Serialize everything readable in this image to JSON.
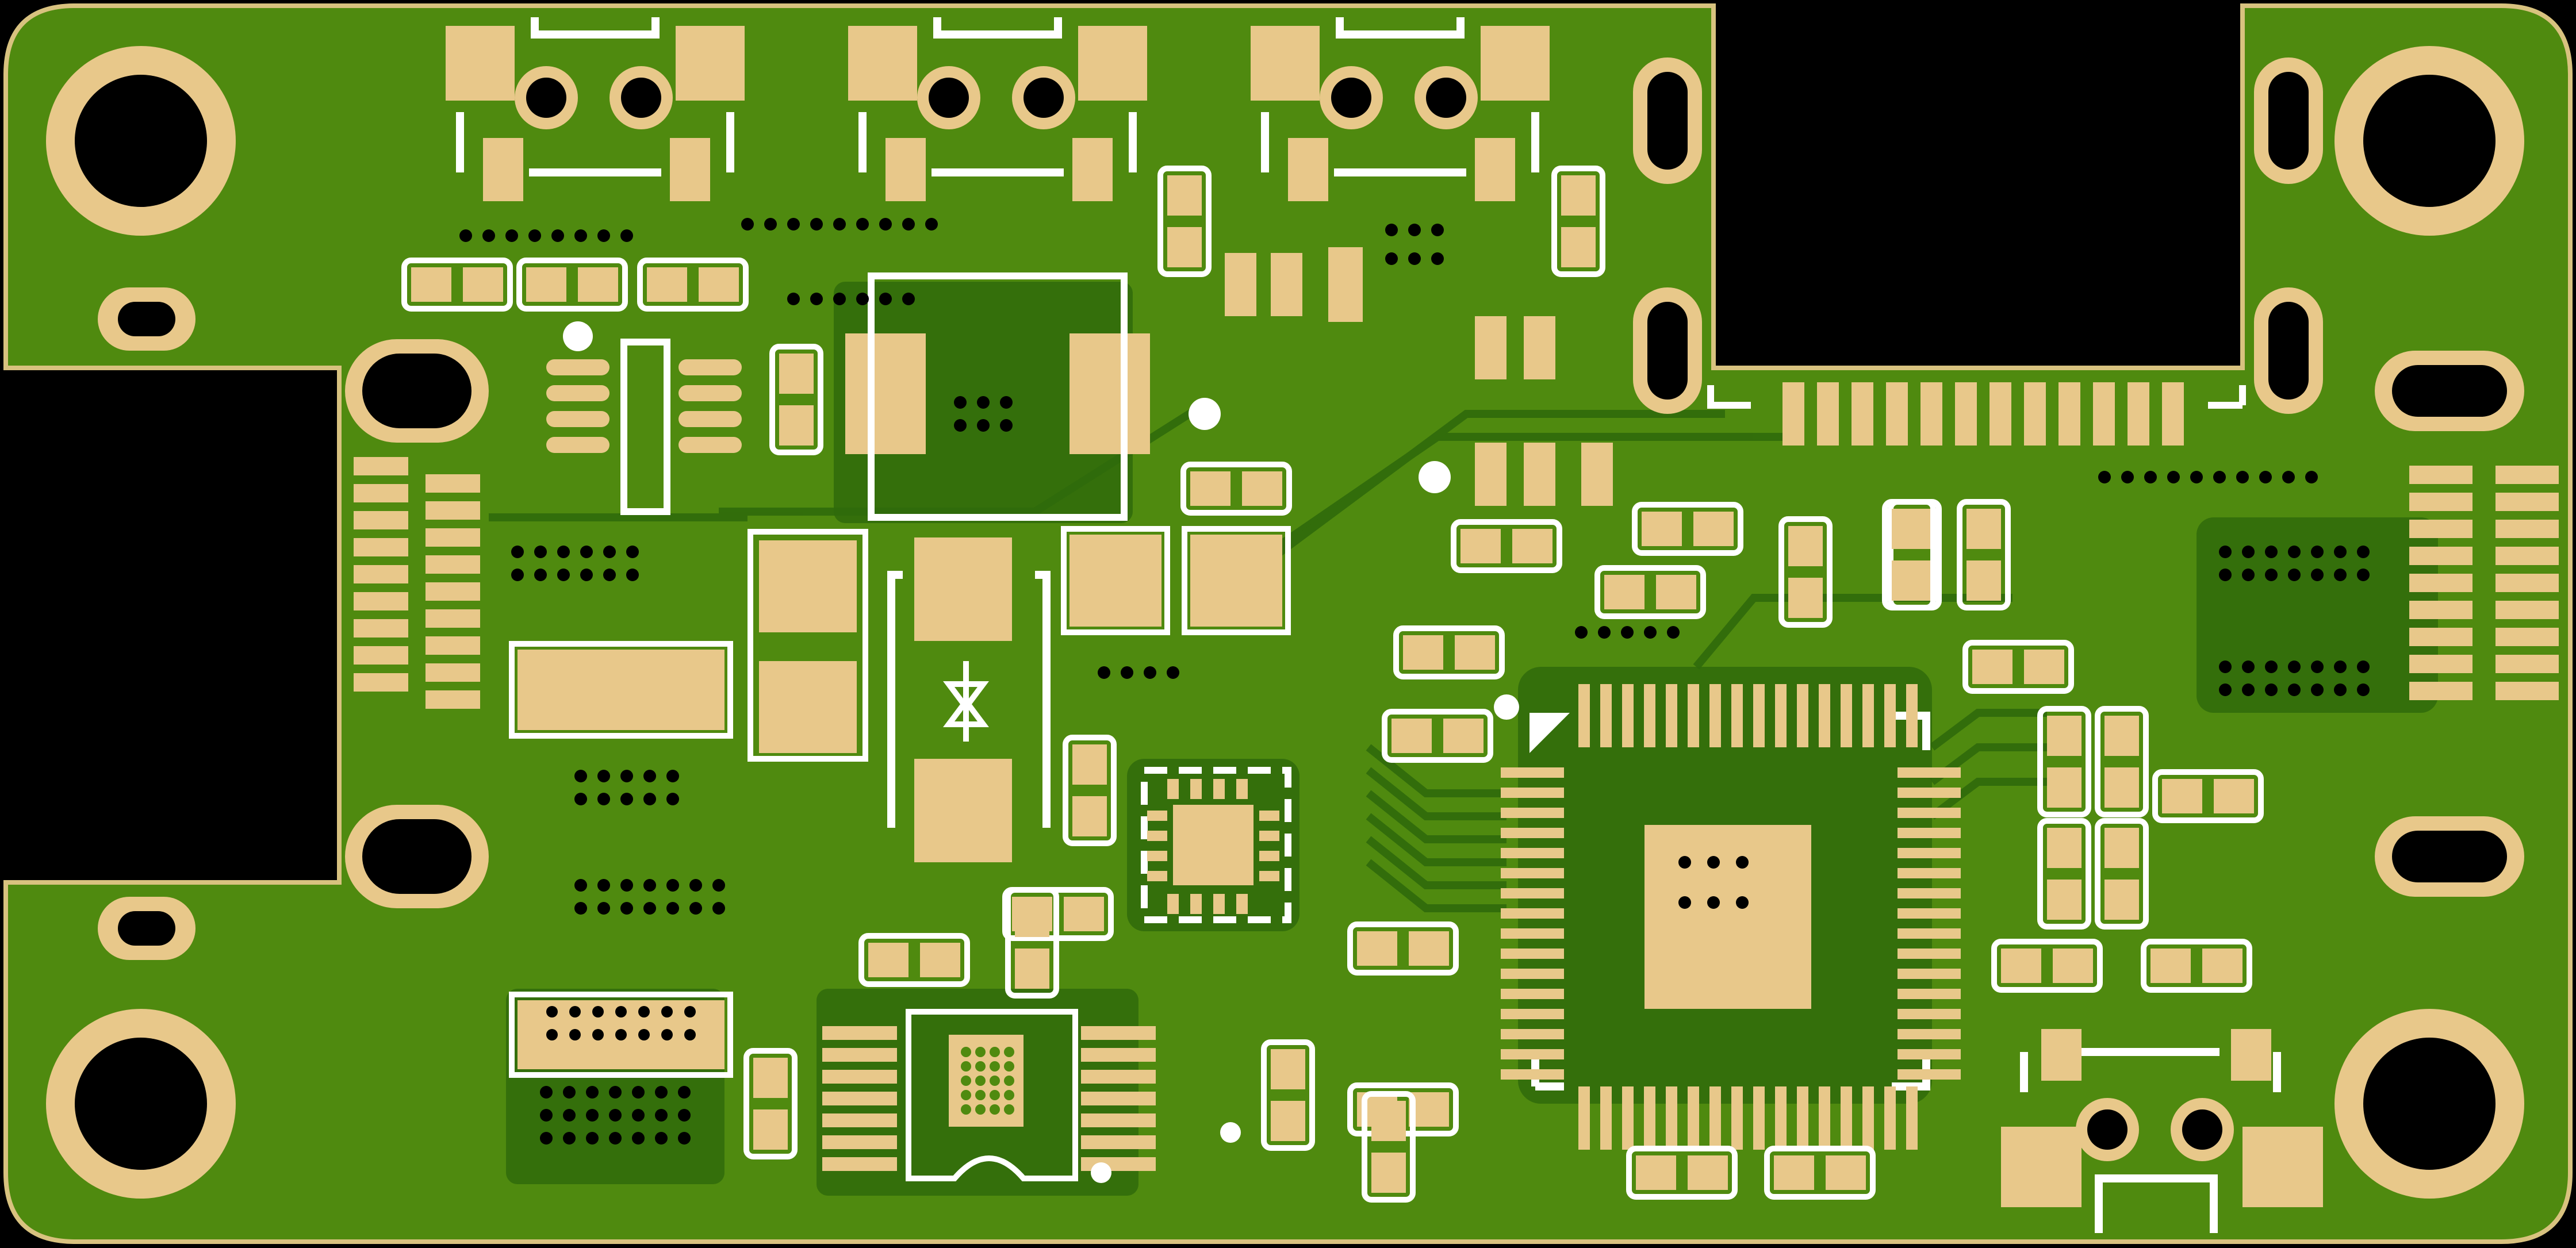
{
  "board": {
    "colors": {
      "background": "#000000",
      "soldermask": "#4f8a0f",
      "soldermask_dark": "#2f6a0b",
      "copper": "#e8c88a",
      "silkscreen": "#ffffff",
      "hole": "#000000"
    },
    "layers": [
      "soldermask",
      "copper-pads",
      "silkscreen",
      "drill-holes"
    ],
    "components": {
      "mcu": "qfp-64",
      "qfn": "qfn-16",
      "bga": "bga-small",
      "usb": [
        "usb-connector-1",
        "usb-connector-2"
      ],
      "switches": [
        "tact-switch-1",
        "tact-switch-2",
        "tact-switch-3"
      ],
      "headers": [
        "edge-header-left",
        "edge-header-right",
        "edge-header-top"
      ],
      "mounting_holes": [
        "mounting-hole-top-left",
        "mounting-hole-top-right",
        "mounting-hole-bottom-left",
        "mounting-hole-bottom-right"
      ]
    }
  }
}
